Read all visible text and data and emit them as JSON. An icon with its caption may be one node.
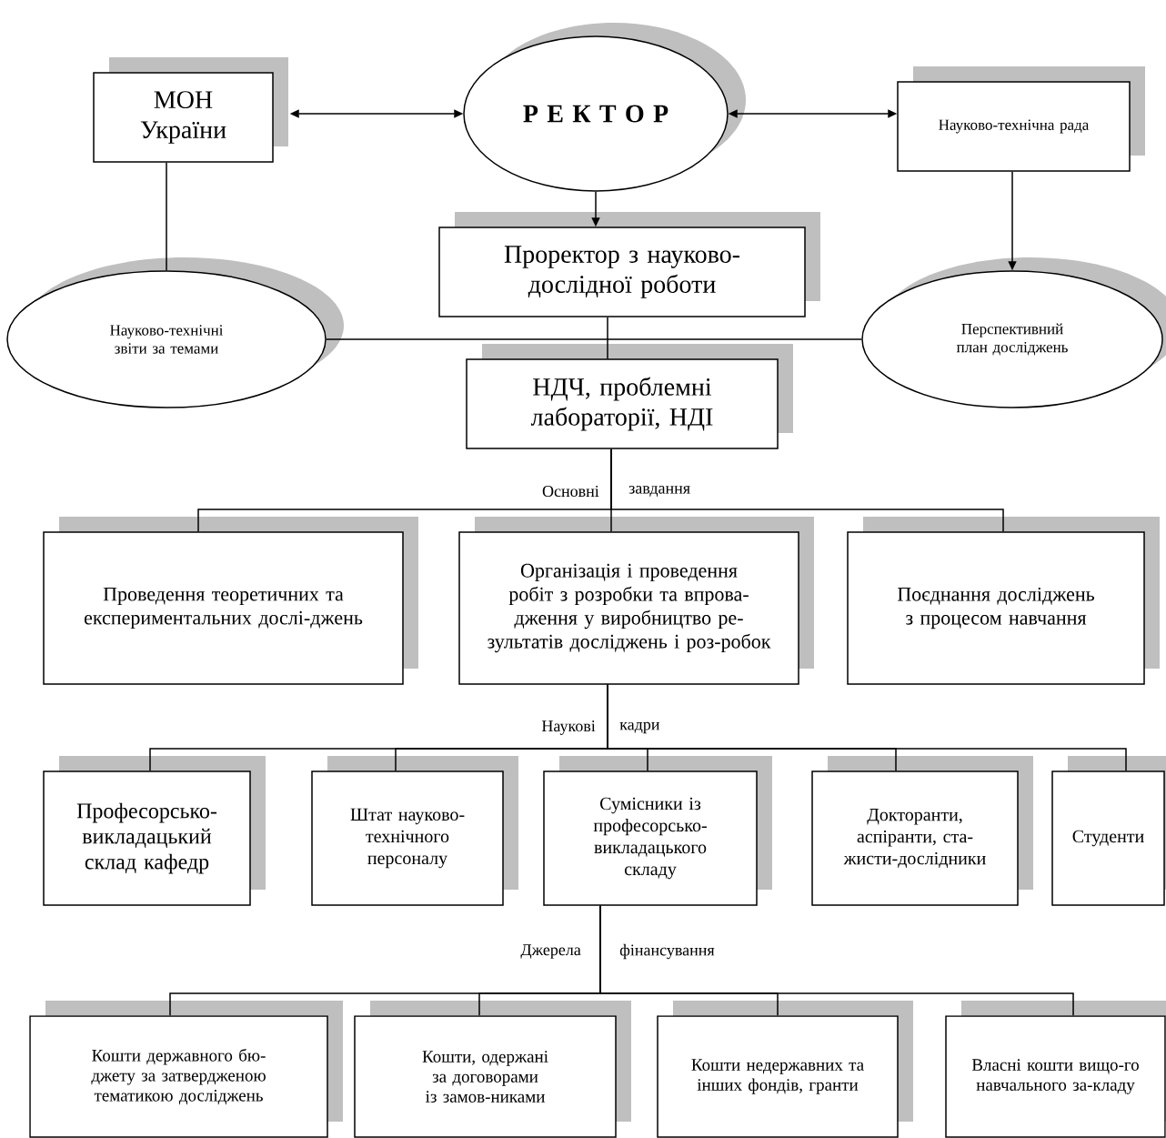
{
  "diagram": {
    "nodes": [
      {
        "text": [
          "МОН України"
        ]
      },
      {
        "text": [
          "Р Е К Т О Р"
        ]
      },
      {
        "text": [
          "Науково-технічна рада"
        ]
      },
      {
        "text": [
          "Проректор з науково-дослідної роботи"
        ]
      },
      {
        "text": [
          "Науково-технічні звіти за темами"
        ]
      },
      {
        "text": [
          "Перспективний план досліджень"
        ]
      },
      {
        "text": [
          "НДЧ, проблемні лабораторії, НДІ"
        ]
      },
      {
        "text": [
          "Проведення теоретичних та експериментальних дослі-джень"
        ]
      },
      {
        "text": [
          "Організація і проведення робіт з розробки та впрова-дження у виробництво ре-зультатів досліджень і роз-робок"
        ]
      },
      {
        "text": [
          "Поєднання досліджень з процесом навчання"
        ]
      },
      {
        "text": [
          "Професорсько-викладацький склад кафедр"
        ]
      },
      {
        "text": [
          "Штат науково-технічного персоналу"
        ]
      },
      {
        "text": [
          "Сумісники із професорсько-викладацького складу"
        ]
      },
      {
        "text": [
          "Докторанти, аспіранти, ста-жисти-дослідники"
        ]
      },
      {
        "text": [
          "Студенти"
        ]
      },
      {
        "text": [
          "Кошти державного бю-джету за затвердженою тематикою досліджень"
        ]
      },
      {
        "text": [
          "Кошти, одержані за договорами із замов-никами"
        ]
      },
      {
        "text": [
          "Кошти недержавних та інших фондів, гранти"
        ]
      },
      {
        "text": [
          "Власні кошти вищо-го навчального за-кладу"
        ]
      }
    ],
    "edges": [
      {
        "from": 0,
        "to": 1,
        "arrow": "both"
      },
      {
        "from": 1,
        "to": 2,
        "arrow": "both"
      },
      {
        "from": 1,
        "to": 3,
        "arrow": "to"
      },
      {
        "from": 2,
        "to": 5,
        "arrow": "to"
      },
      {
        "from": 0,
        "to": 4,
        "arrow": "none"
      },
      {
        "from": 4,
        "to": 5,
        "arrow": "none"
      },
      {
        "from": 3,
        "to": 6,
        "arrow": "none"
      },
      {
        "from": 6,
        "to": 7,
        "arrow": "none"
      },
      {
        "from": 6,
        "to": 8,
        "arrow": "none"
      },
      {
        "from": 6,
        "to": 9,
        "arrow": "none"
      },
      {
        "from": 8,
        "to": 10,
        "arrow": "none"
      },
      {
        "from": 8,
        "to": 11,
        "arrow": "none"
      },
      {
        "from": 8,
        "to": 12,
        "arrow": "none"
      },
      {
        "from": 8,
        "to": 13,
        "arrow": "none"
      },
      {
        "from": 8,
        "to": 14,
        "arrow": "none"
      },
      {
        "from": 12,
        "to": 15,
        "arrow": "none"
      },
      {
        "from": 12,
        "to": 16,
        "arrow": "none"
      },
      {
        "from": 12,
        "to": 17,
        "arrow": "none"
      },
      {
        "from": 12,
        "to": 18,
        "arrow": "none"
      }
    ],
    "labels": [
      "Основні",
      "завдання",
      "Наукові",
      "кадри",
      "Джерела",
      "фінансування"
    ]
  }
}
